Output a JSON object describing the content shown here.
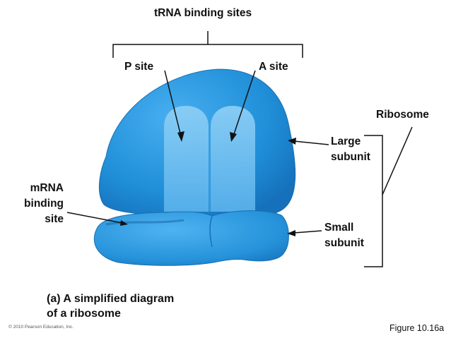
{
  "labels": {
    "trna_binding_sites": "tRNA binding sites",
    "p_site": "P site",
    "a_site": "A site",
    "ribosome": "Ribosome",
    "large_subunit": [
      "Large",
      "subunit"
    ],
    "small_subunit": [
      "Small",
      "subunit"
    ],
    "mrna_binding_site": [
      "mRNA",
      "binding",
      "site"
    ]
  },
  "caption": [
    "(a) A simplified diagram",
    "of a ribosome"
  ],
  "copyright": "© 2010 Pearson Education, Inc.",
  "figure_number": "Figure 10.16a",
  "colors": {
    "subunit_blue": "#1f8fd8",
    "subunit_edge": "#1a6fb0",
    "channel_light": "#6cbdf0",
    "text": "#111111"
  }
}
